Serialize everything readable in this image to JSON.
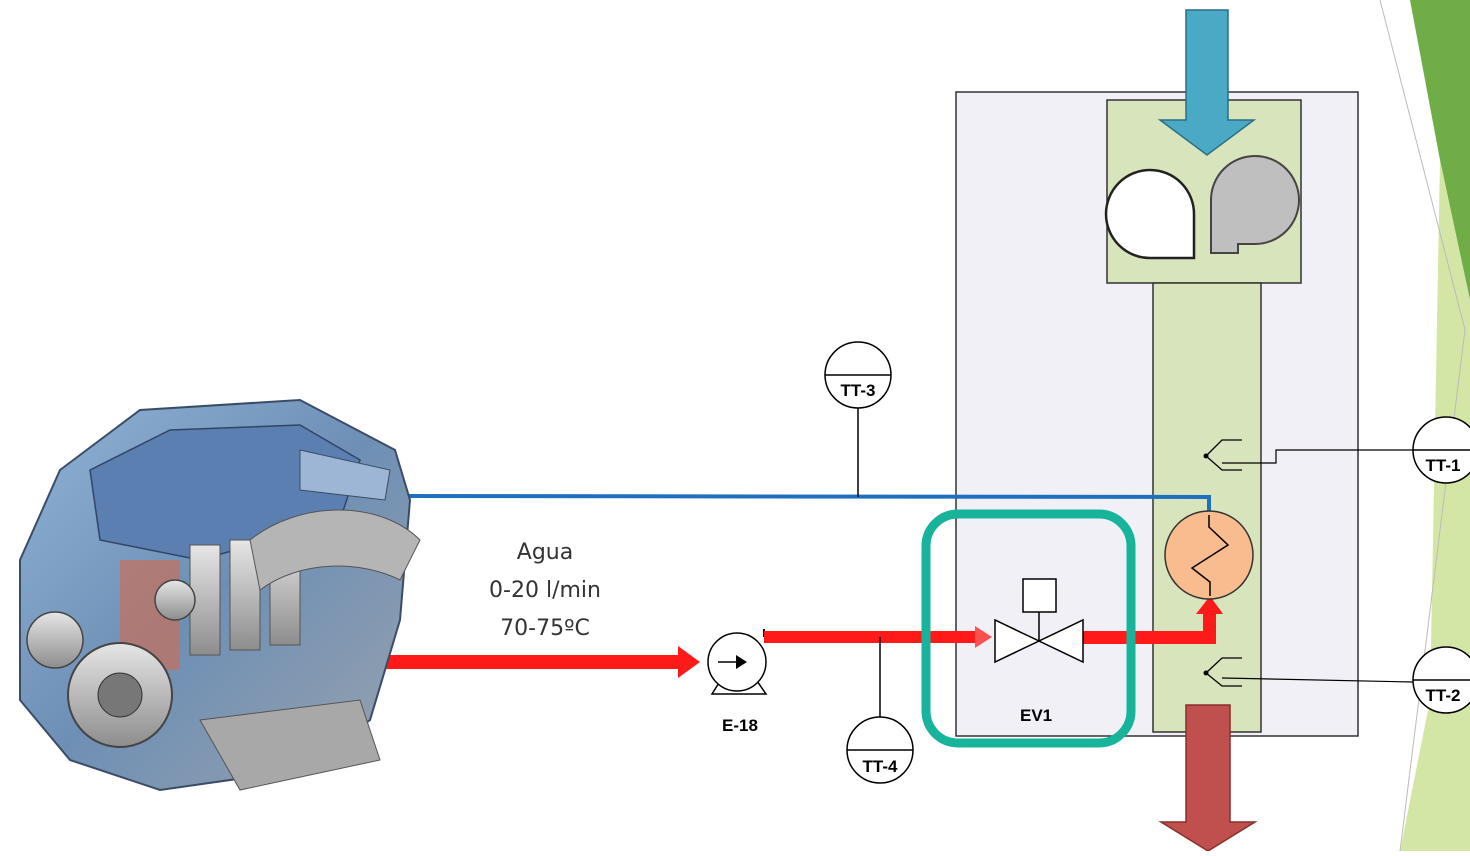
{
  "flow_label": {
    "line1": "Agua",
    "line2": "0-20 l/min",
    "line3": "70-75ºC"
  },
  "equipment": {
    "pump_tag": "E-18",
    "valve_tag": "EV1"
  },
  "instruments": {
    "tt1": "TT-1",
    "tt2": "TT-2",
    "tt3": "TT-3",
    "tt4": "TT-4"
  },
  "colors": {
    "hot_line": "#ff1a1a",
    "cold_line": "#1f6fc0",
    "air_in_arrow": "#4aa9c4",
    "air_out_arrow": "#c0504d",
    "duct_fill": "#d8e4bc",
    "heat_exchanger": "#f8bc8e",
    "highlight": "#17b39b",
    "slide_accent": "#70ad47"
  },
  "icons": [
    "engine-image",
    "pump-icon",
    "three-way-valve-icon",
    "fan-icon",
    "heat-exchanger-icon",
    "thermocouple-icon"
  ]
}
